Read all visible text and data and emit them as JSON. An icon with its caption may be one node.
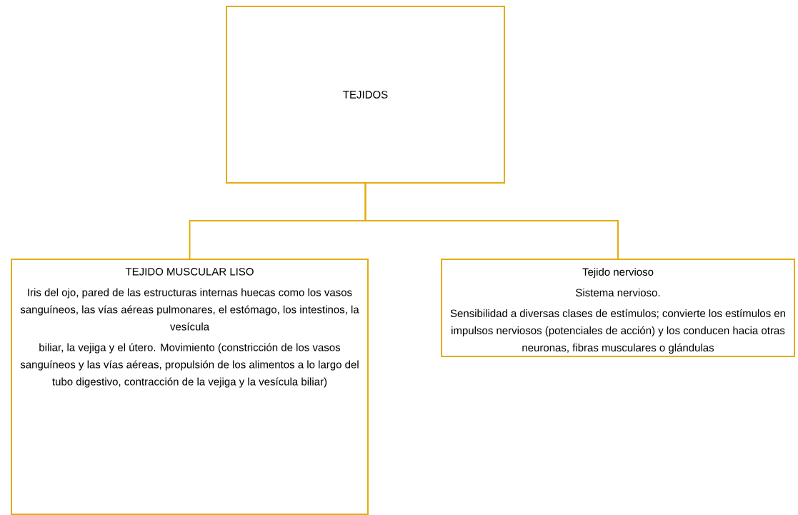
{
  "diagram": {
    "nodes": [
      {
        "text": [
          "TEJIDOS"
        ]
      },
      {
        "text": [
          "TEJIDO MUSCULAR LISO",
          "Iris del ojo, pared de las estructuras internas huecas como los vasos sanguíneos, las vías aéreas pulmonares, el estómago, los intestinos, la vesícula",
          "biliar, la vejiga y el útero. Movimiento (constricción de los vasos sanguíneos y las vías aéreas, propulsión de los alimentos a lo largo del tubo digestivo, contracción de la vejiga y la vesícula biliar)"
        ]
      },
      {
        "text": [
          "Tejido nervioso",
          "Sistema nervioso.",
          "Sensibilidad a diversas clases de estímulos; convierte los estímulos en impulsos nerviosos (potenciales de acción) y los conducen hacia otras neuronas, fibras musculares o glándulas"
        ]
      }
    ],
    "edges": [
      {
        "from": 0,
        "to": 1,
        "arrow": "none"
      },
      {
        "from": 0,
        "to": 2,
        "arrow": "none"
      }
    ]
  }
}
